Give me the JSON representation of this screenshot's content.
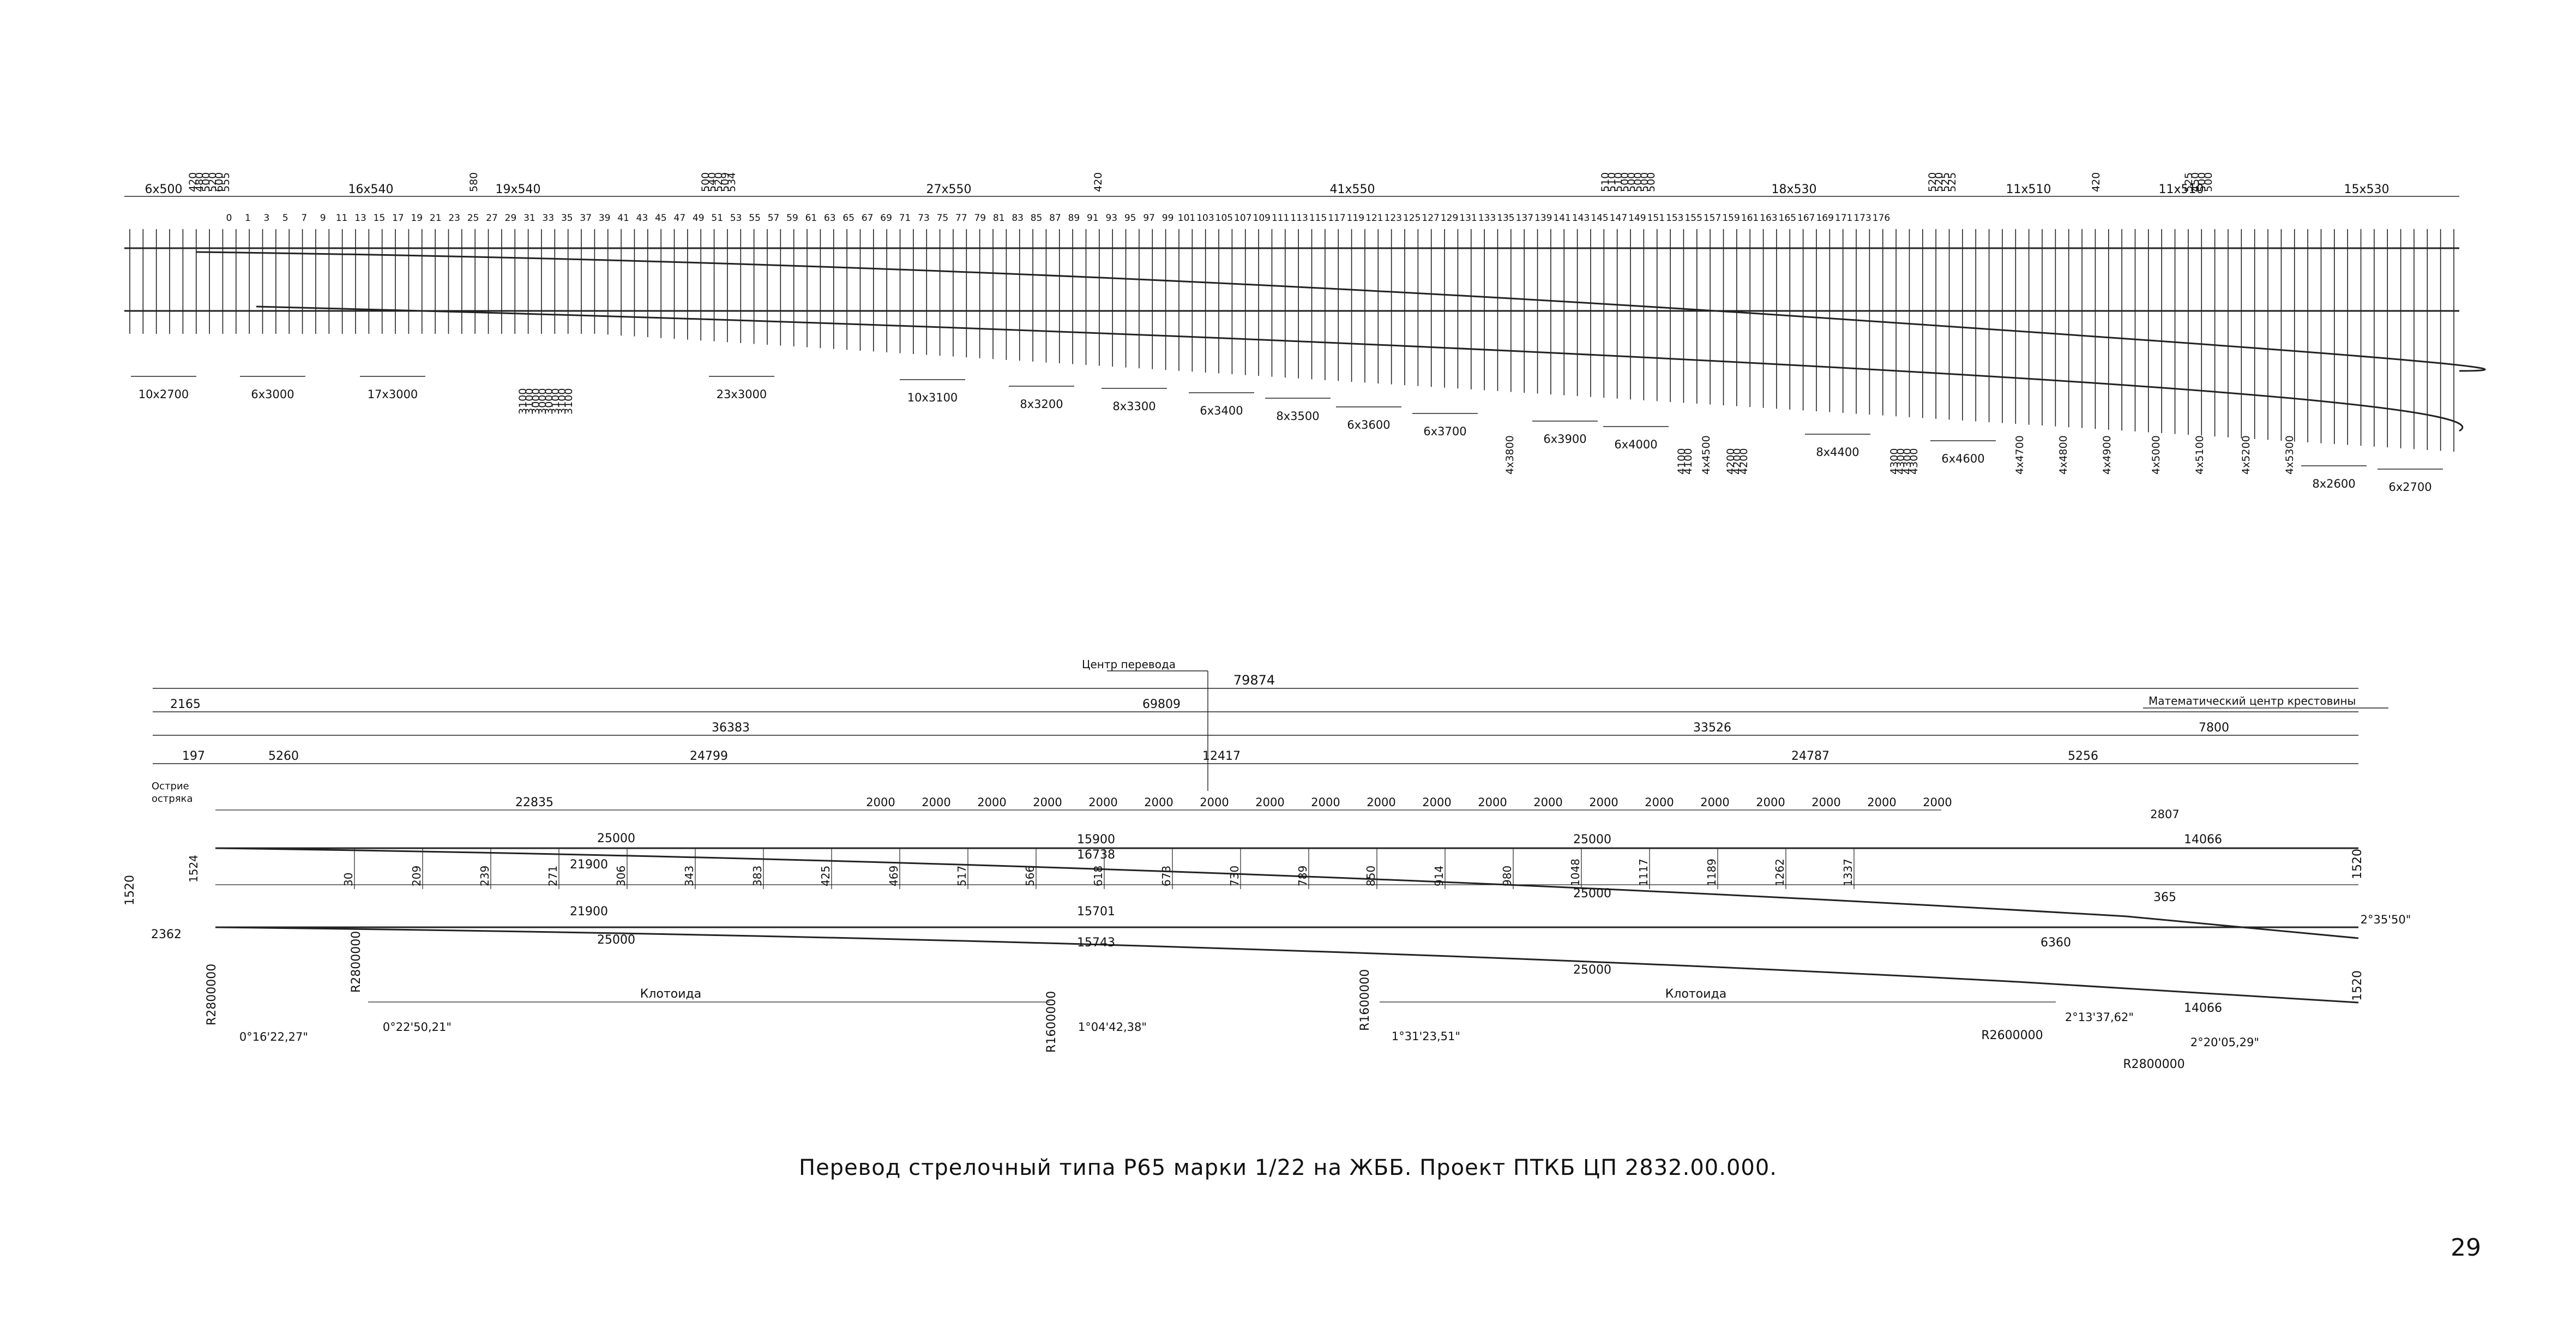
{
  "caption": "Перевод стрелочный типа Р65 марки 1/22 на ЖББ. Проект ПТКБ ЦП 2832.00.000.",
  "page_number": "29",
  "top_plan": {
    "top_labels": [
      "6x500",
      "16x540",
      "19x540",
      "27x550",
      "41x550",
      "18x530",
      "11x510",
      "11x510",
      "15x530"
    ],
    "top_vertical_labels": [
      "420",
      "480",
      "500",
      "520",
      "600",
      "555",
      "580",
      "500",
      "540",
      "520",
      "509",
      "534",
      "420",
      "510",
      "510",
      "510",
      "500",
      "500",
      "500",
      "500",
      "500",
      "520",
      "520",
      "525",
      "525",
      "420",
      "525",
      "450",
      "500",
      "500"
    ],
    "tie_numbers": [
      "0",
      "1",
      "3",
      "5",
      "7",
      "9",
      "11",
      "13",
      "15",
      "17",
      "19",
      "21",
      "23",
      "25",
      "27",
      "29",
      "31",
      "33",
      "35",
      "37",
      "39",
      "41",
      "43",
      "45",
      "47",
      "49",
      "51",
      "53",
      "55",
      "57",
      "59",
      "61",
      "63",
      "65",
      "67",
      "69",
      "71",
      "73",
      "75",
      "77",
      "79",
      "81",
      "83",
      "85",
      "87",
      "89",
      "91",
      "93",
      "95",
      "97",
      "99",
      "101",
      "103",
      "105",
      "107",
      "109",
      "111",
      "113",
      "115",
      "117",
      "119",
      "121",
      "123",
      "125",
      "127",
      "129",
      "131",
      "133",
      "135",
      "137",
      "139",
      "141",
      "143",
      "145",
      "147",
      "149",
      "151",
      "153",
      "155",
      "157",
      "159",
      "161",
      "163",
      "165",
      "167",
      "169",
      "171",
      "173",
      "176"
    ],
    "bottom_labels": [
      "10x2700",
      "6x3000",
      "17x3000",
      "23x3000",
      "10x3100",
      "8x3200",
      "8x3300",
      "6x3400",
      "8x3500",
      "6x3600",
      "6x3700",
      "6x3900",
      "6x4000",
      "8x4400",
      "6x4600",
      "8x2600",
      "6x2700"
    ],
    "bottom_vertical_labels": [
      "3100",
      "3100",
      "3000",
      "3000",
      "3000",
      "3100",
      "3100",
      "3100",
      "4x3800",
      "4100",
      "4100",
      "4x4500",
      "4200",
      "4200",
      "4200",
      "4300",
      "4300",
      "4300",
      "4300",
      "4x4700",
      "4x4800",
      "4x4900",
      "4x5000",
      "4x5100",
      "4x5200",
      "4x5300"
    ]
  },
  "scheme": {
    "center_label": "Центр перевода",
    "math_center_label": "Математический центр крестовины",
    "total": "79874",
    "dims_row1": [
      "2165",
      "69809"
    ],
    "dims_row2": [
      "36383",
      "33526",
      "7800"
    ],
    "dims_row3": [
      "197",
      "5260",
      "24799",
      "12417",
      "24787",
      "5256"
    ],
    "stub_label_1": "Острие",
    "stub_label_2": "остряка",
    "chain_22835": "22835",
    "chain_2000": "2000",
    "chain_2807": "2807",
    "upper_rail": [
      "25000",
      "21900",
      "15900",
      "16738",
      "25000",
      "14066"
    ],
    "lower_rail": [
      "21900",
      "25000",
      "15701",
      "15743",
      "25000",
      "25000",
      "14066"
    ],
    "lower_misc": [
      "365",
      "6360"
    ],
    "left_gauges": [
      "1520",
      "1524"
    ],
    "right_gauges": [
      "1520",
      "1520"
    ],
    "ordinates": [
      "30",
      "209",
      "239",
      "271",
      "306",
      "343",
      "383",
      "425",
      "469",
      "517",
      "566",
      "618",
      "673",
      "730",
      "789",
      "850",
      "914",
      "980",
      "1048",
      "1117",
      "1189",
      "1262",
      "1337"
    ],
    "left_offset": "2362",
    "radii": [
      "R2800000",
      "R2800000",
      "R1600000",
      "R1600000",
      "R2600000",
      "R2800000"
    ],
    "clothoid": "Клотоида",
    "angles": [
      "0°16'22,27\"",
      "0°22'50,21\"",
      "1°04'42,38\"",
      "1°31'23,51\"",
      "2°13'37,62\"",
      "2°20'05,29\"",
      "2°35'50\""
    ]
  }
}
